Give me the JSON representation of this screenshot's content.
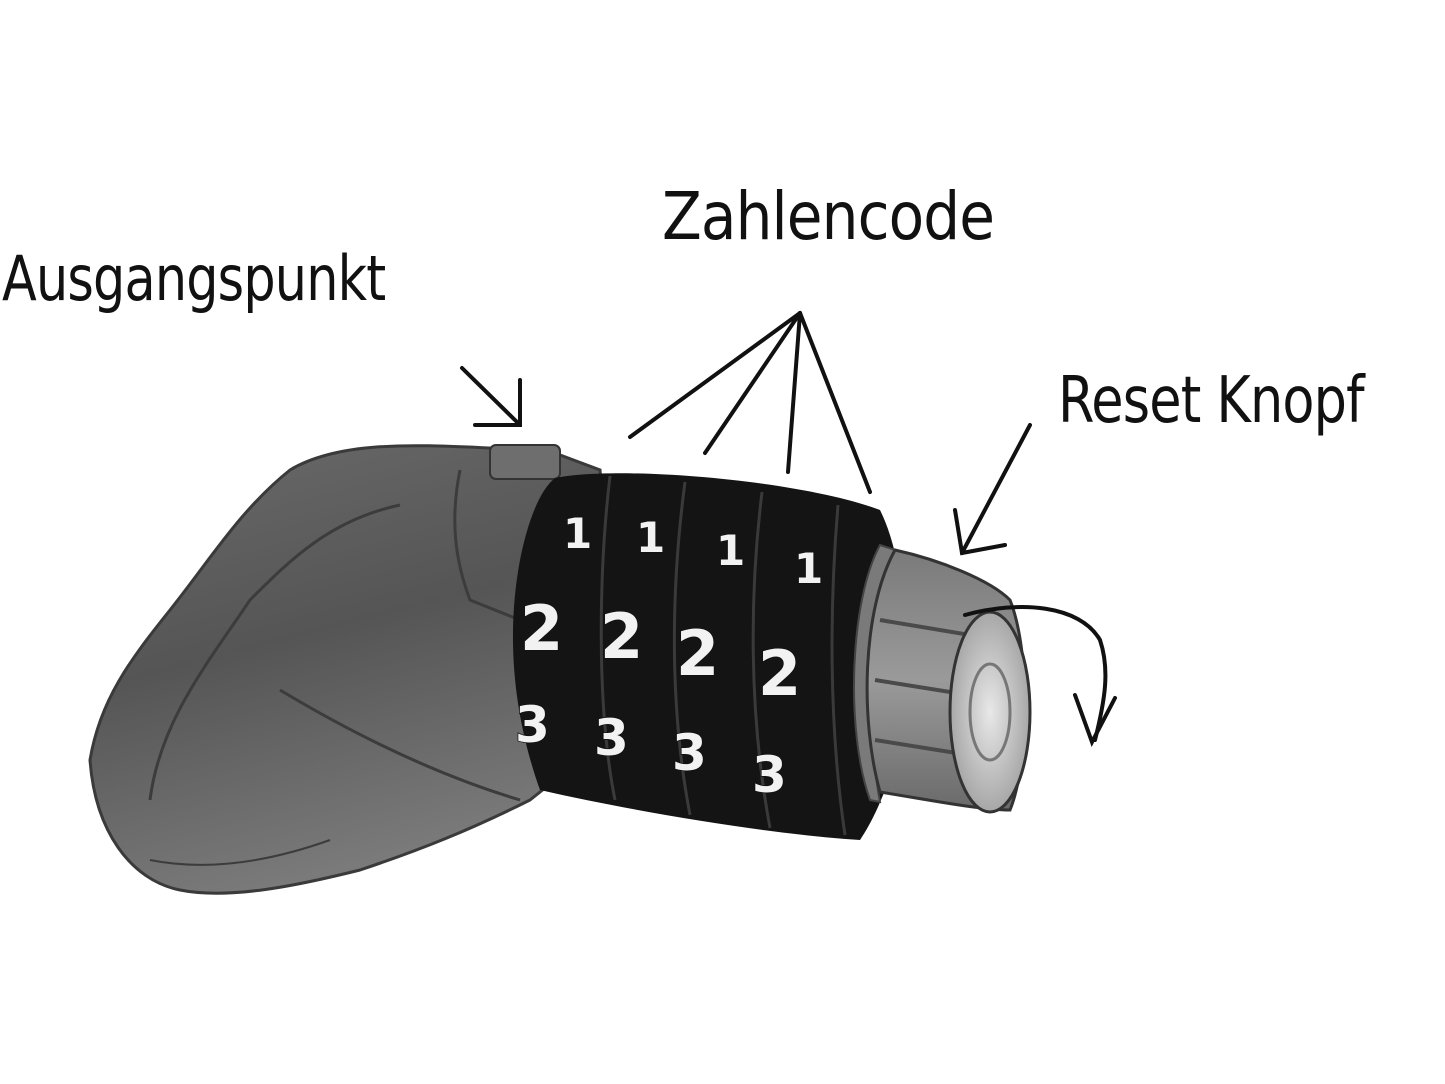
{
  "labels": {
    "start_point": "Ausgangspunkt",
    "number_code": "Zahlencode",
    "reset_button": "Reset Knopf"
  },
  "dials": [
    {
      "row1": "1",
      "row2": "2",
      "row3": "3"
    },
    {
      "row1": "1",
      "row2": "2",
      "row3": "3"
    },
    {
      "row1": "1",
      "row2": "2",
      "row3": "3"
    },
    {
      "row1": "1",
      "row2": "2",
      "row3": "3"
    }
  ],
  "colors": {
    "body": "#5b5b5b",
    "dials": "#141414",
    "knob": "#8a8a8a",
    "annotation": "#111111"
  }
}
